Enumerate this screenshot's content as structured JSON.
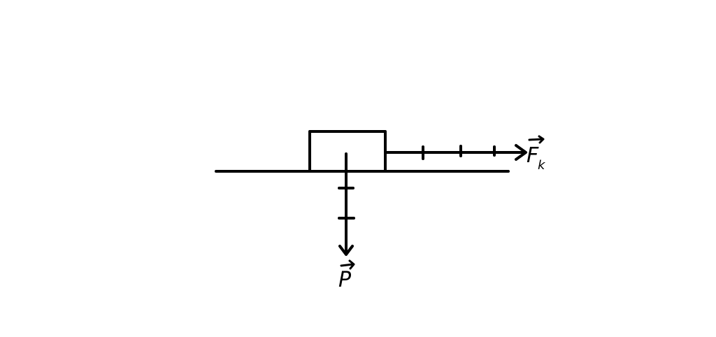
{
  "diagram": {
    "stroke_color": "#000000",
    "background_color": "#ffffff",
    "forces": {
      "friction": {
        "letter": "F",
        "subscript": "k",
        "direction": "right",
        "tick_marks": 3
      },
      "weight": {
        "letter": "P",
        "direction": "down",
        "tick_marks": 2
      }
    }
  }
}
